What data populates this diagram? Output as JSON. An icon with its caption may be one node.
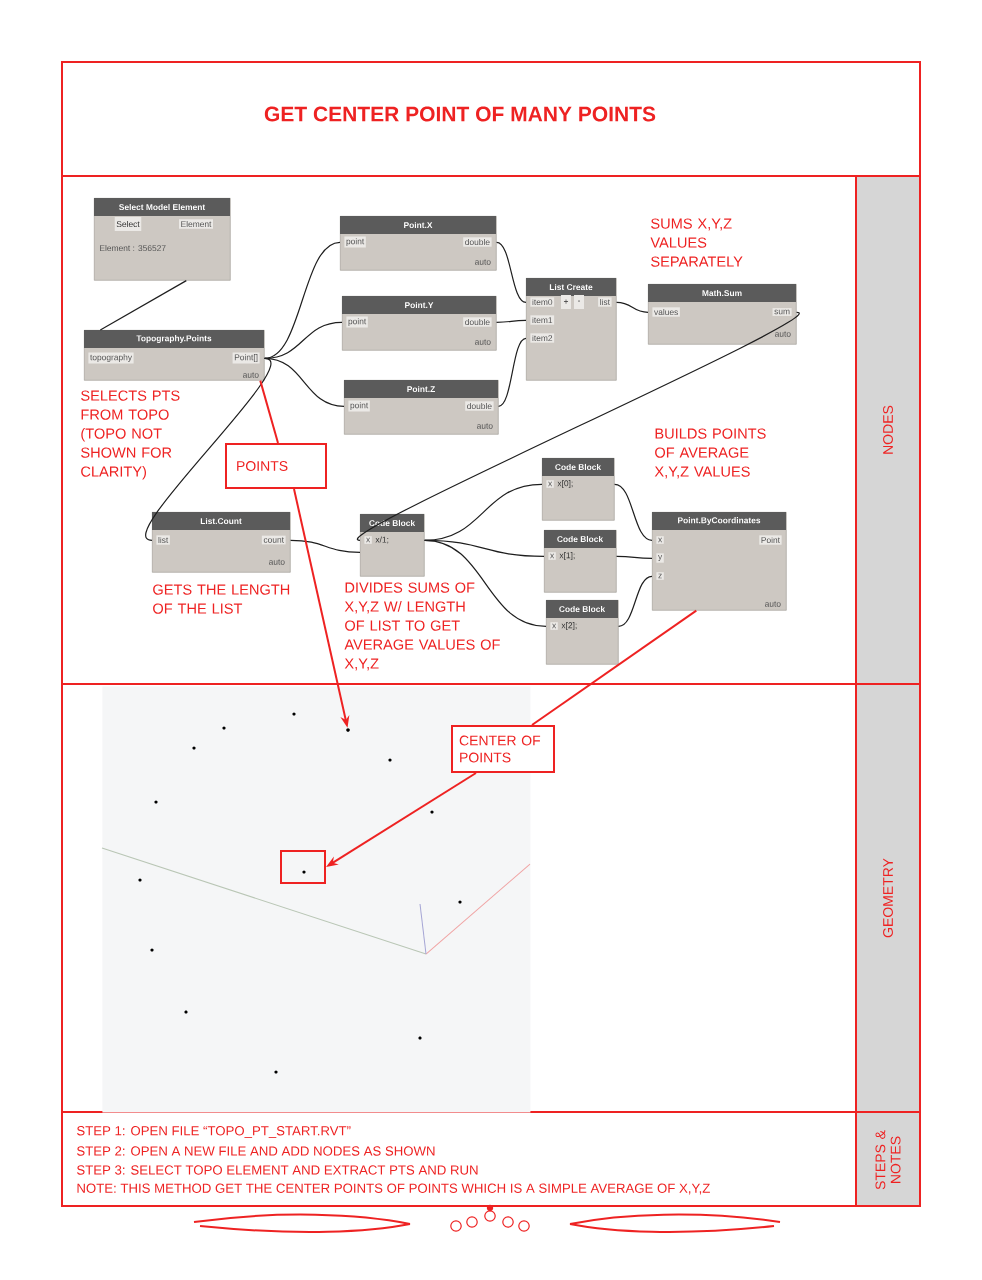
{
  "diagram": {
    "title": "GET CENTER POINT OF MANY POINTS",
    "nodes": [
      {
        "text": [
          "Select Model Element",
          "Select",
          "Element",
          "Element : 356527"
        ]
      },
      {
        "text": [
          "Topography.Points",
          "topography",
          "Point[]",
          "auto"
        ],
        "beside": [
          "SELECTS PTS FROM TOPO (TOPO NOT SHOWN FOR CLARITY)"
        ]
      },
      {
        "text": [
          "Point.X",
          "point",
          "double",
          "auto"
        ]
      },
      {
        "text": [
          "Point.Y",
          "point",
          "double",
          "auto"
        ]
      },
      {
        "text": [
          "Point.Z",
          "point",
          "double",
          "auto"
        ]
      },
      {
        "text": [
          "List Create",
          "item0",
          "+",
          "-",
          "list",
          "item1",
          "item2"
        ]
      },
      {
        "text": [
          "Math.Sum",
          "values",
          "sum",
          "auto"
        ],
        "beside": [
          "SUMS X,Y,Z VALUES SEPARATELY"
        ]
      },
      {
        "text": [
          "List.Count",
          "list",
          "count",
          "auto"
        ],
        "beside": [
          "GETS THE LENGTH OF THE LIST"
        ]
      },
      {
        "text": [
          "Code Block",
          "x",
          "x/1;"
        ],
        "beside": [
          "DIVIDES SUMS OF X,Y,Z W/ LENGTH OF LIST TO GET AVERAGE VALUES OF X,Y,Z"
        ]
      },
      {
        "text": [
          "Code Block",
          "x",
          "x[0];"
        ]
      },
      {
        "text": [
          "Code Block",
          "x",
          "x[1];"
        ]
      },
      {
        "text": [
          "Code Block",
          "x",
          "x[2];"
        ]
      },
      {
        "text": [
          "Point.ByCoordinates",
          "x",
          "y",
          "z",
          "Point",
          "auto"
        ],
        "beside": [
          "BUILDS POINTS OF AVERAGE X,Y,Z VALUES"
        ]
      },
      {
        "text": [
          "POINTS"
        ]
      },
      {
        "text": [],
        "shape": "picture"
      },
      {
        "text": [],
        "shape": "circle",
        "in": 14
      },
      {
        "text": [],
        "shape": "box",
        "in": 14
      },
      {
        "text": [
          "CENTER OF POINTS"
        ]
      }
    ],
    "edges": [
      {
        "from": 0,
        "to": 1,
        "arrow": "none"
      },
      {
        "from": 1,
        "to": 2,
        "arrow": "none"
      },
      {
        "from": 1,
        "to": 3,
        "arrow": "none"
      },
      {
        "from": 1,
        "to": 4,
        "arrow": "none"
      },
      {
        "from": 1,
        "to": 7,
        "arrow": "none"
      },
      {
        "from": 2,
        "to": 5,
        "arrow": "none"
      },
      {
        "from": 3,
        "to": 5,
        "arrow": "none"
      },
      {
        "from": 4,
        "to": 5,
        "arrow": "none"
      },
      {
        "from": 5,
        "to": 6,
        "arrow": "none"
      },
      {
        "from": 6,
        "to": 8,
        "arrow": "none"
      },
      {
        "from": 7,
        "to": 8,
        "arrow": "none"
      },
      {
        "from": 8,
        "to": 9,
        "arrow": "none"
      },
      {
        "from": 8,
        "to": 10,
        "arrow": "none"
      },
      {
        "from": 8,
        "to": 11,
        "arrow": "none"
      },
      {
        "from": 9,
        "to": 12,
        "arrow": "none"
      },
      {
        "from": 10,
        "to": 12,
        "arrow": "none"
      },
      {
        "from": 11,
        "to": 12,
        "arrow": "none"
      },
      {
        "from": 1,
        "to": 13,
        "arrow": "none",
        "color": "#ee2222"
      },
      {
        "from": 13,
        "to": 15,
        "arrow": "to",
        "color": "#ee2222"
      },
      {
        "from": 12,
        "to": 17,
        "arrow": "none",
        "color": "#ee2222"
      },
      {
        "from": 17,
        "to": 16,
        "arrow": "to",
        "color": "#ee2222"
      }
    ],
    "labels": [
      "NODES",
      "GEOMETRY",
      "STEPS & NOTES",
      "STEP 1: OPEN FILE “TOPO_PT_START.RVT”",
      "STEP 2: OPEN A NEW FILE AND ADD NODES AS SHOWN",
      "STEP 3: SELECT TOPO ELEMENT AND EXTRACT PTS AND RUN",
      "NOTE: THIS METHOD GET THE CENTER POINTS OF POINTS WHICH IS A SIMPLE AVERAGE OF X,Y,Z"
    ]
  }
}
